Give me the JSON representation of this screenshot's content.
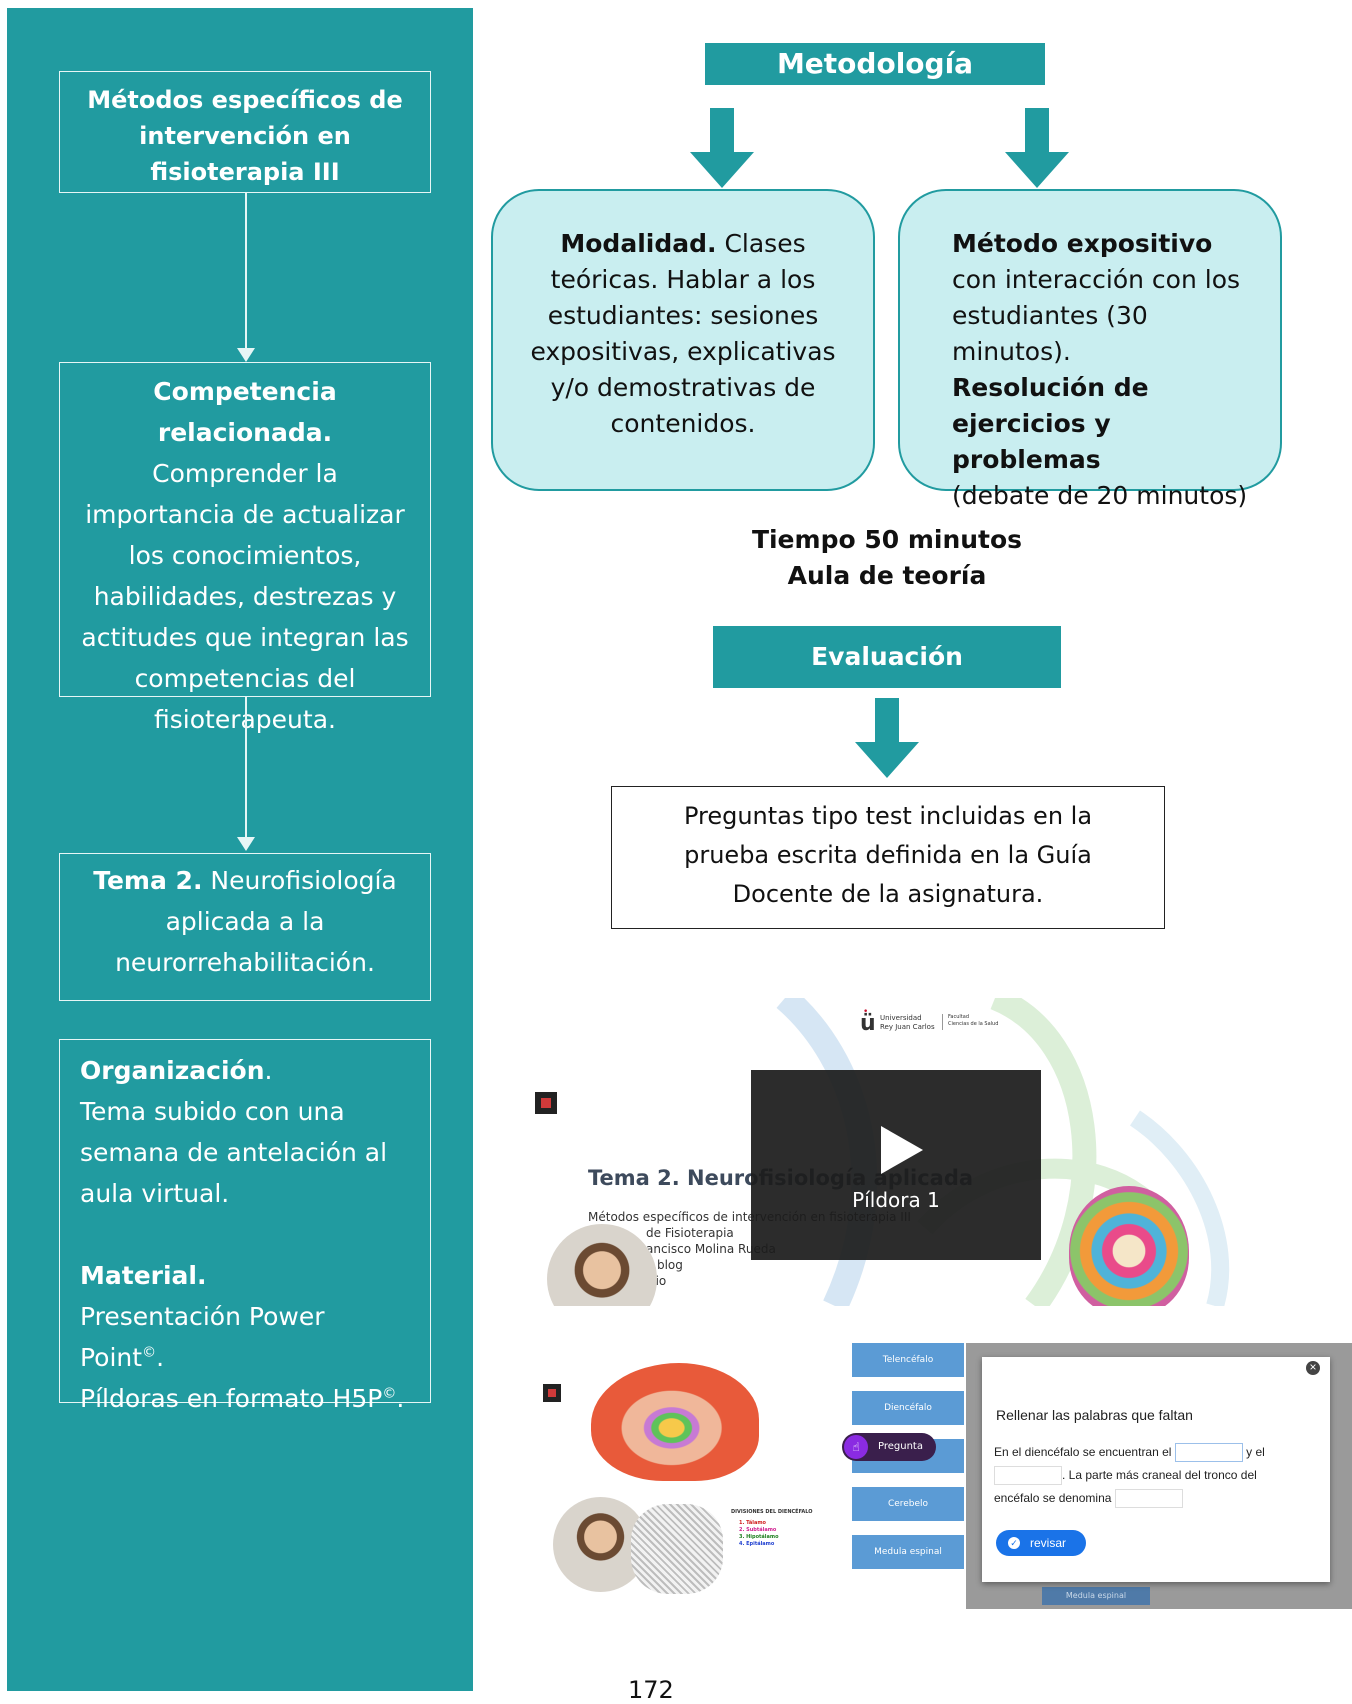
{
  "sidebar": {
    "course_title": "Métodos específicos de intervención en fisioterapia III",
    "competencia_label": "Competencia relacionada.",
    "competencia_text": "Comprender la importancia de actualizar los conocimientos, habilidades, destrezas y actitudes que integran las competencias del fisioterapeuta.",
    "tema_label": "Tema 2.",
    "tema_text": "Neurofisiología aplicada a la neurorrehabilitación.",
    "organizacion_label": "Organización",
    "organizacion_text": "Tema subido con una semana de antelación al aula virtual.",
    "material_label": "Material.",
    "material_line1": "Presentación Power Point",
    "material_line2": "Píldoras en formato H5P",
    "copyright": "©"
  },
  "metodologia": {
    "title": "Metodología",
    "modalidad_label": "Modalidad.",
    "modalidad_text": "Clases teóricas. Hablar a los estudiantes: sesiones expositivas, explicativas y/o demostrativas de contenidos.",
    "metodo_label": "Método expositivo",
    "metodo_text": "con interacción con los estudiantes (30 minutos).",
    "resolucion_label": "Resolución de ejercicios y problemas",
    "resolucion_text": "(debate de 20 minutos)"
  },
  "tiempo": {
    "line1": "Tiempo 50 minutos",
    "line2": "Aula de teoría"
  },
  "evaluacion": {
    "title": "Evaluación",
    "text": "Preguntas tipo test incluidas en la prueba escrita definida en la Guía Docente de la asignatura."
  },
  "video": {
    "univ_line1": "Universidad",
    "univ_line2": "Rey Juan Carlos",
    "fac_line1": "Facultad",
    "fac_line2": "Ciencias de la Salud",
    "slide_title": "Tema 2. Neurofisiología aplicada",
    "slide_sub": "Métodos específicos de intervención en fisioterapia III",
    "slide_line2": "de Fisioterapia",
    "slide_line3": "ancisco Molina Rueda",
    "slide_line4": "o.blog",
    "slide_line5": "isio",
    "play_label": "Píldora 1"
  },
  "h5p": {
    "divisiones_title": "DIVISIONES DEL DIENCÉFALO",
    "divisiones": [
      "1. Tálamo",
      "2. Subtálamo",
      "3. Hipotálamo",
      "4. Epitálamo"
    ],
    "menu": [
      "Telencéfalo",
      "Diencéfalo",
      "Pregunta",
      "Cerebelo",
      "Medula espinal"
    ],
    "bg_label": "Medula espinal",
    "dialog_title": "Rellenar las palabras que faltan",
    "dialog_text1": "En el diencéfalo se encuentran el",
    "dialog_text2": "y el",
    "dialog_text3": ". La parte más craneal del tronco del",
    "dialog_text4": "encéfalo se denomina",
    "revisar": "revisar",
    "close": "×"
  },
  "page_number": "172",
  "colors": {
    "teal": "#219ba0",
    "light_teal": "#c9eef0",
    "dialog_blue": "#1a73e8"
  }
}
